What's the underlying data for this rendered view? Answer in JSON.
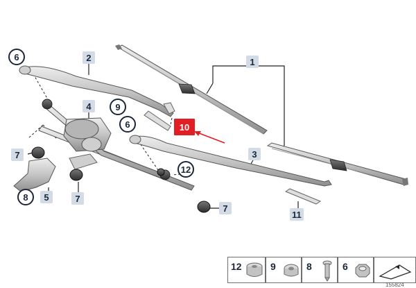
{
  "callouts": [
    {
      "id": "1",
      "style": "square"
    },
    {
      "id": "2",
      "style": "square"
    },
    {
      "id": "3",
      "style": "square"
    },
    {
      "id": "4",
      "style": "square"
    },
    {
      "id": "5",
      "style": "square"
    },
    {
      "id": "6",
      "style": "circle"
    },
    {
      "id": "6",
      "style": "circle"
    },
    {
      "id": "7",
      "style": "square"
    },
    {
      "id": "7",
      "style": "square"
    },
    {
      "id": "7",
      "style": "square"
    },
    {
      "id": "8",
      "style": "circle"
    },
    {
      "id": "9",
      "style": "circle"
    },
    {
      "id": "10",
      "style": "highlight"
    },
    {
      "id": "11",
      "style": "square"
    },
    {
      "id": "12",
      "style": "circle"
    }
  ],
  "legend": [
    {
      "id": "12",
      "part": "nut-icon"
    },
    {
      "id": "9",
      "part": "bushing-icon"
    },
    {
      "id": "8",
      "part": "screw-icon"
    },
    {
      "id": "6",
      "part": "hex-nut-icon"
    }
  ],
  "colors": {
    "label_bg": "#d3dbe7",
    "label_text": "#1b2738",
    "highlight": "#e01e23",
    "arrow": "#e01e23",
    "part_fill": "#c3c3c3",
    "part_stroke": "#6f6f6f"
  },
  "diagram_number": "155824"
}
